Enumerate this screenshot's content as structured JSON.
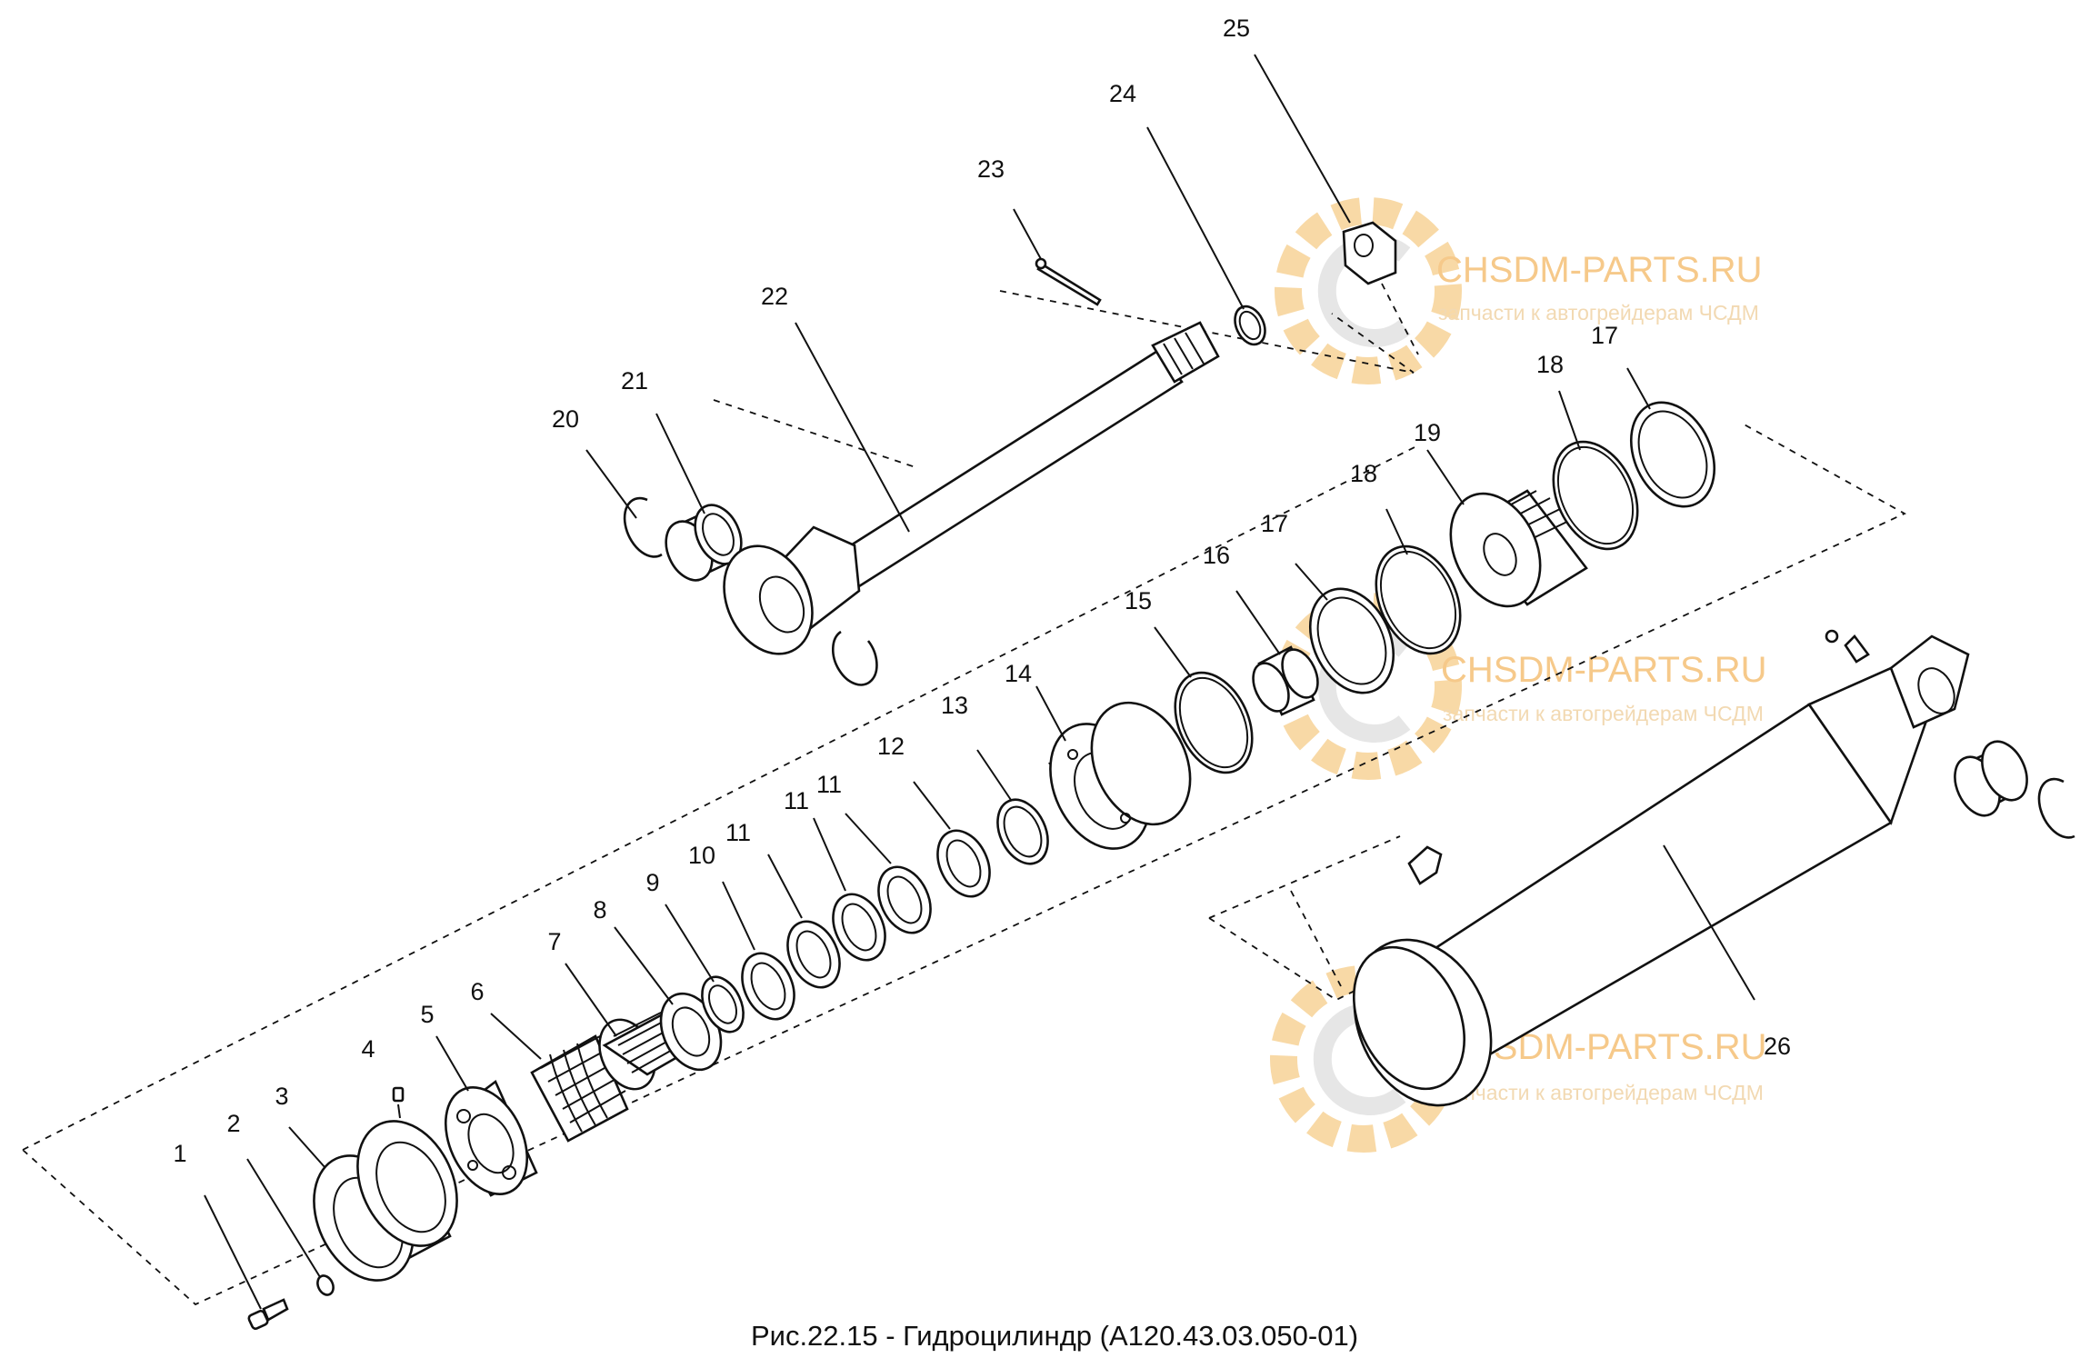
{
  "caption": "Рис.22.15 - Гидроцилиндр (А120.43.03.050-01)",
  "watermark": {
    "name": "CHSDM-PARTS.RU",
    "tagline": "запчасти к автогрейдерам ЧСДМ",
    "color": "#f5b041"
  },
  "part_numbers": {
    "p1": "1",
    "p2": "2",
    "p3": "3",
    "p4": "4",
    "p5": "5",
    "p6": "6",
    "p7": "7",
    "p8": "8",
    "p9": "9",
    "p10": "10",
    "p11a": "11",
    "p11b": "11",
    "p11c": "11",
    "p12": "12",
    "p13": "13",
    "p14": "14",
    "p15": "15",
    "p16": "16",
    "p17a": "17",
    "p17b": "17",
    "p18a": "18",
    "p18b": "18",
    "p19": "19",
    "p20": "20",
    "p21": "21",
    "p22": "22",
    "p23": "23",
    "p24": "24",
    "p25": "25",
    "p26": "26"
  }
}
